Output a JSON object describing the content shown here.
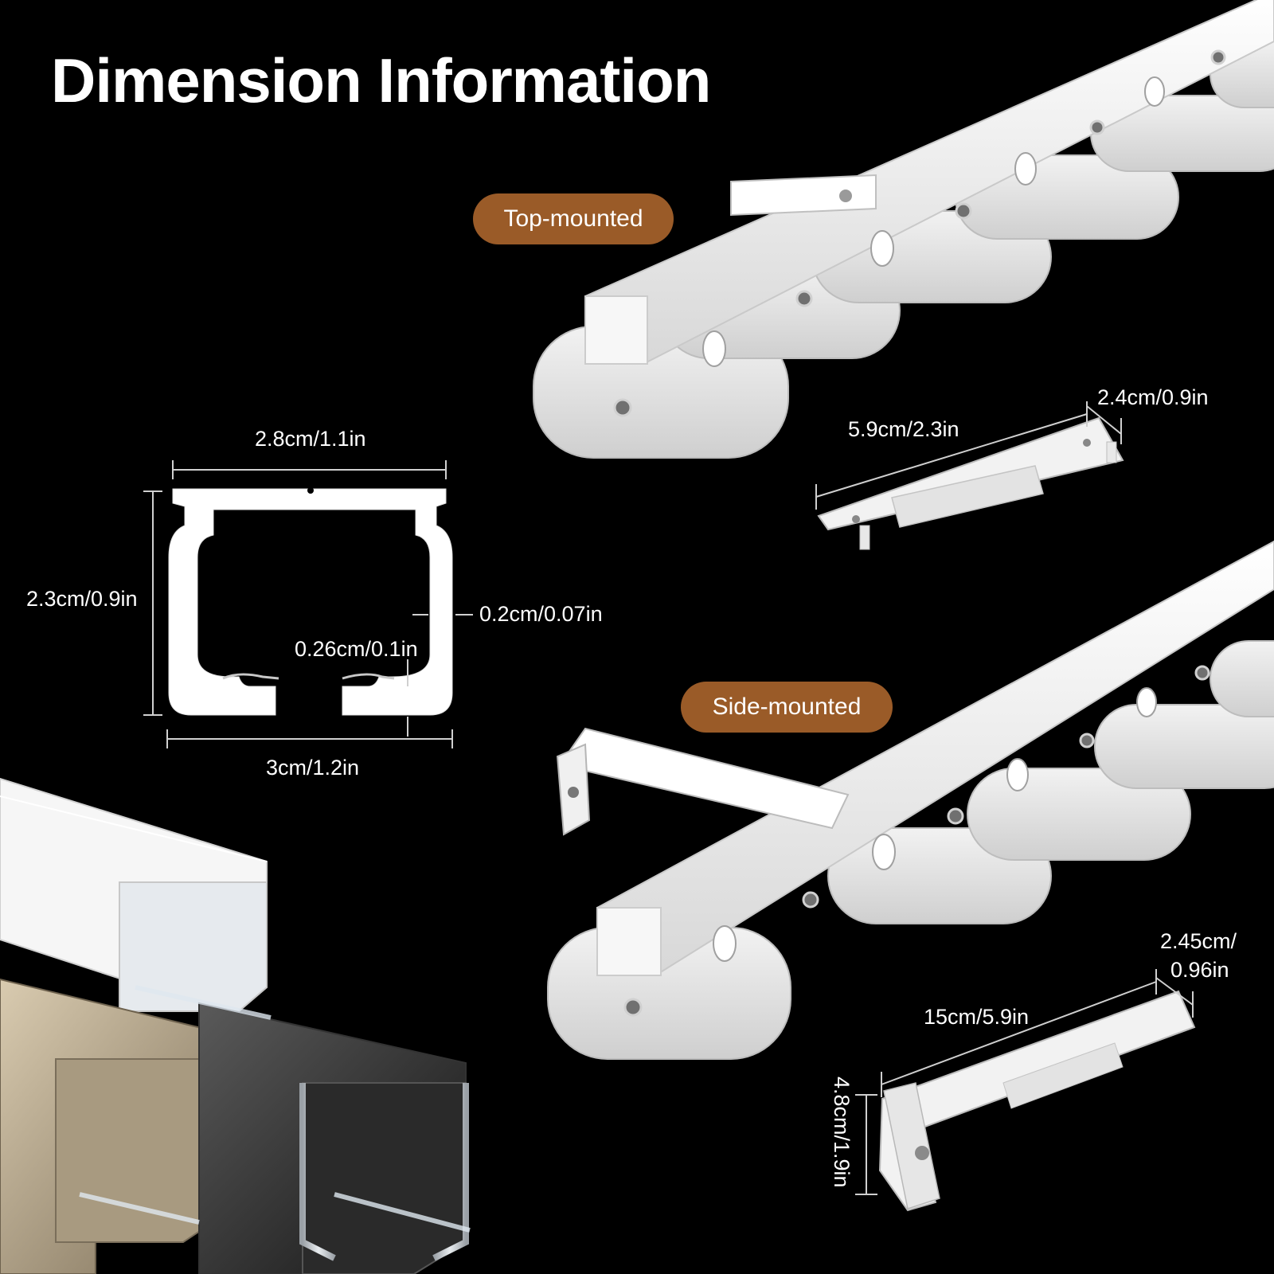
{
  "title": "Dimension Information",
  "badges": {
    "top_mounted": "Top-mounted",
    "side_mounted": "Side-mounted"
  },
  "profile_dimensions": {
    "top_width": "2.8cm/1.1in",
    "height": "2.3cm/0.9in",
    "wall_thickness": "0.2cm/0.07in",
    "lip_height": "0.26cm/0.1in",
    "bottom_width": "3cm/1.2in"
  },
  "top_bracket": {
    "length": "5.9cm/2.3in",
    "width": "2.4cm/0.9in"
  },
  "side_bracket": {
    "length": "15cm/5.9in",
    "width_line1": "2.45cm/",
    "width_line2": "0.96in",
    "height": "4.8cm/1.9in"
  },
  "colors": {
    "background": "#000000",
    "badge": "#9a5b28",
    "text": "#ffffff",
    "track": "#f4f4f4"
  }
}
